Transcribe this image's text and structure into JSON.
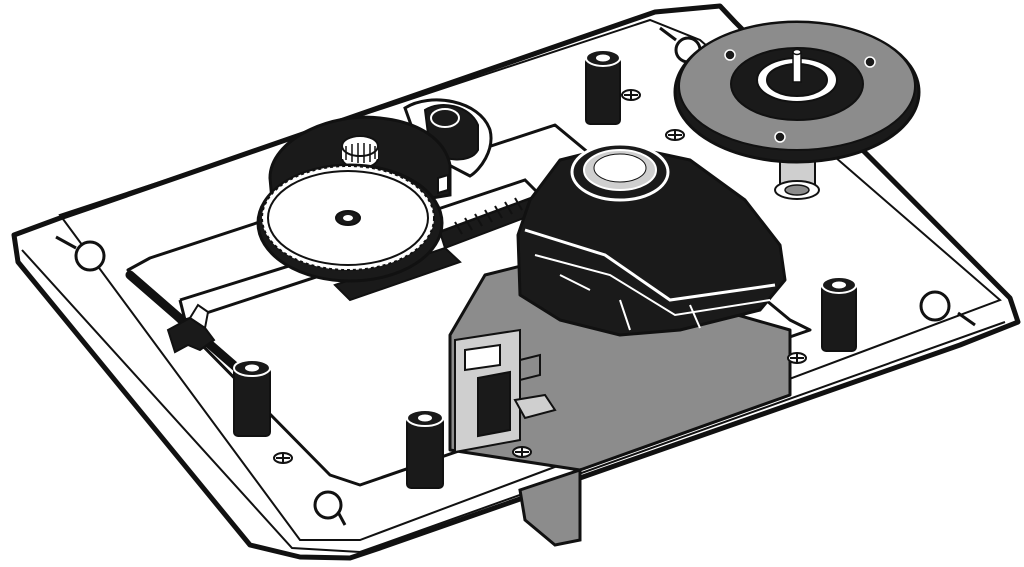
{
  "figure": {
    "subject": "optical-disc-drive-sled-mechanism",
    "style": "black-and-white technical line illustration",
    "colors": {
      "ink": "#111111",
      "fill_dark": "#1a1a1a",
      "fill_mid": "#8c8c8c",
      "fill_light": "#cfcfcf",
      "paper": "#ffffff"
    },
    "parts": [
      {
        "id": "chassis-plate",
        "icon": "plate"
      },
      {
        "id": "spindle-motor",
        "icon": "turntable"
      },
      {
        "id": "laser-pickup",
        "icon": "optical-head"
      },
      {
        "id": "drive-gear",
        "icon": "gear"
      },
      {
        "id": "reduction-gear",
        "icon": "gear"
      },
      {
        "id": "sled-motor",
        "icon": "motor"
      },
      {
        "id": "guide-rail",
        "icon": "rod"
      },
      {
        "id": "rack",
        "icon": "rack"
      },
      {
        "id": "mounting-posts",
        "icon": "standoff"
      },
      {
        "id": "screws",
        "icon": "screw"
      }
    ]
  }
}
